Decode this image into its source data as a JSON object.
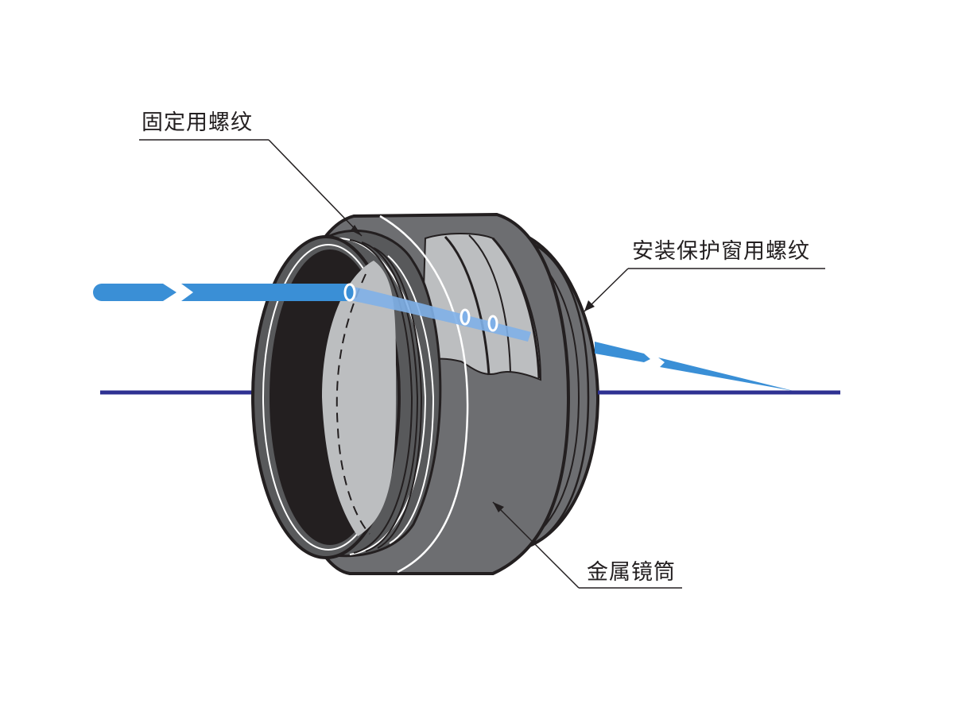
{
  "labels": {
    "fixing_thread": "固定用螺纹",
    "window_thread": "安装保护窗用螺纹",
    "metal_barrel": "金属镜筒"
  },
  "colors": {
    "barrel_dark": "#6d6e71",
    "barrel_mid": "#58595b",
    "glass": "#bcbec0",
    "interior": "#231f20",
    "outline": "#231f20",
    "beam": "#3a8fd6",
    "beam_light": "#7fb0e8",
    "optical_axis": "#2e3192"
  }
}
